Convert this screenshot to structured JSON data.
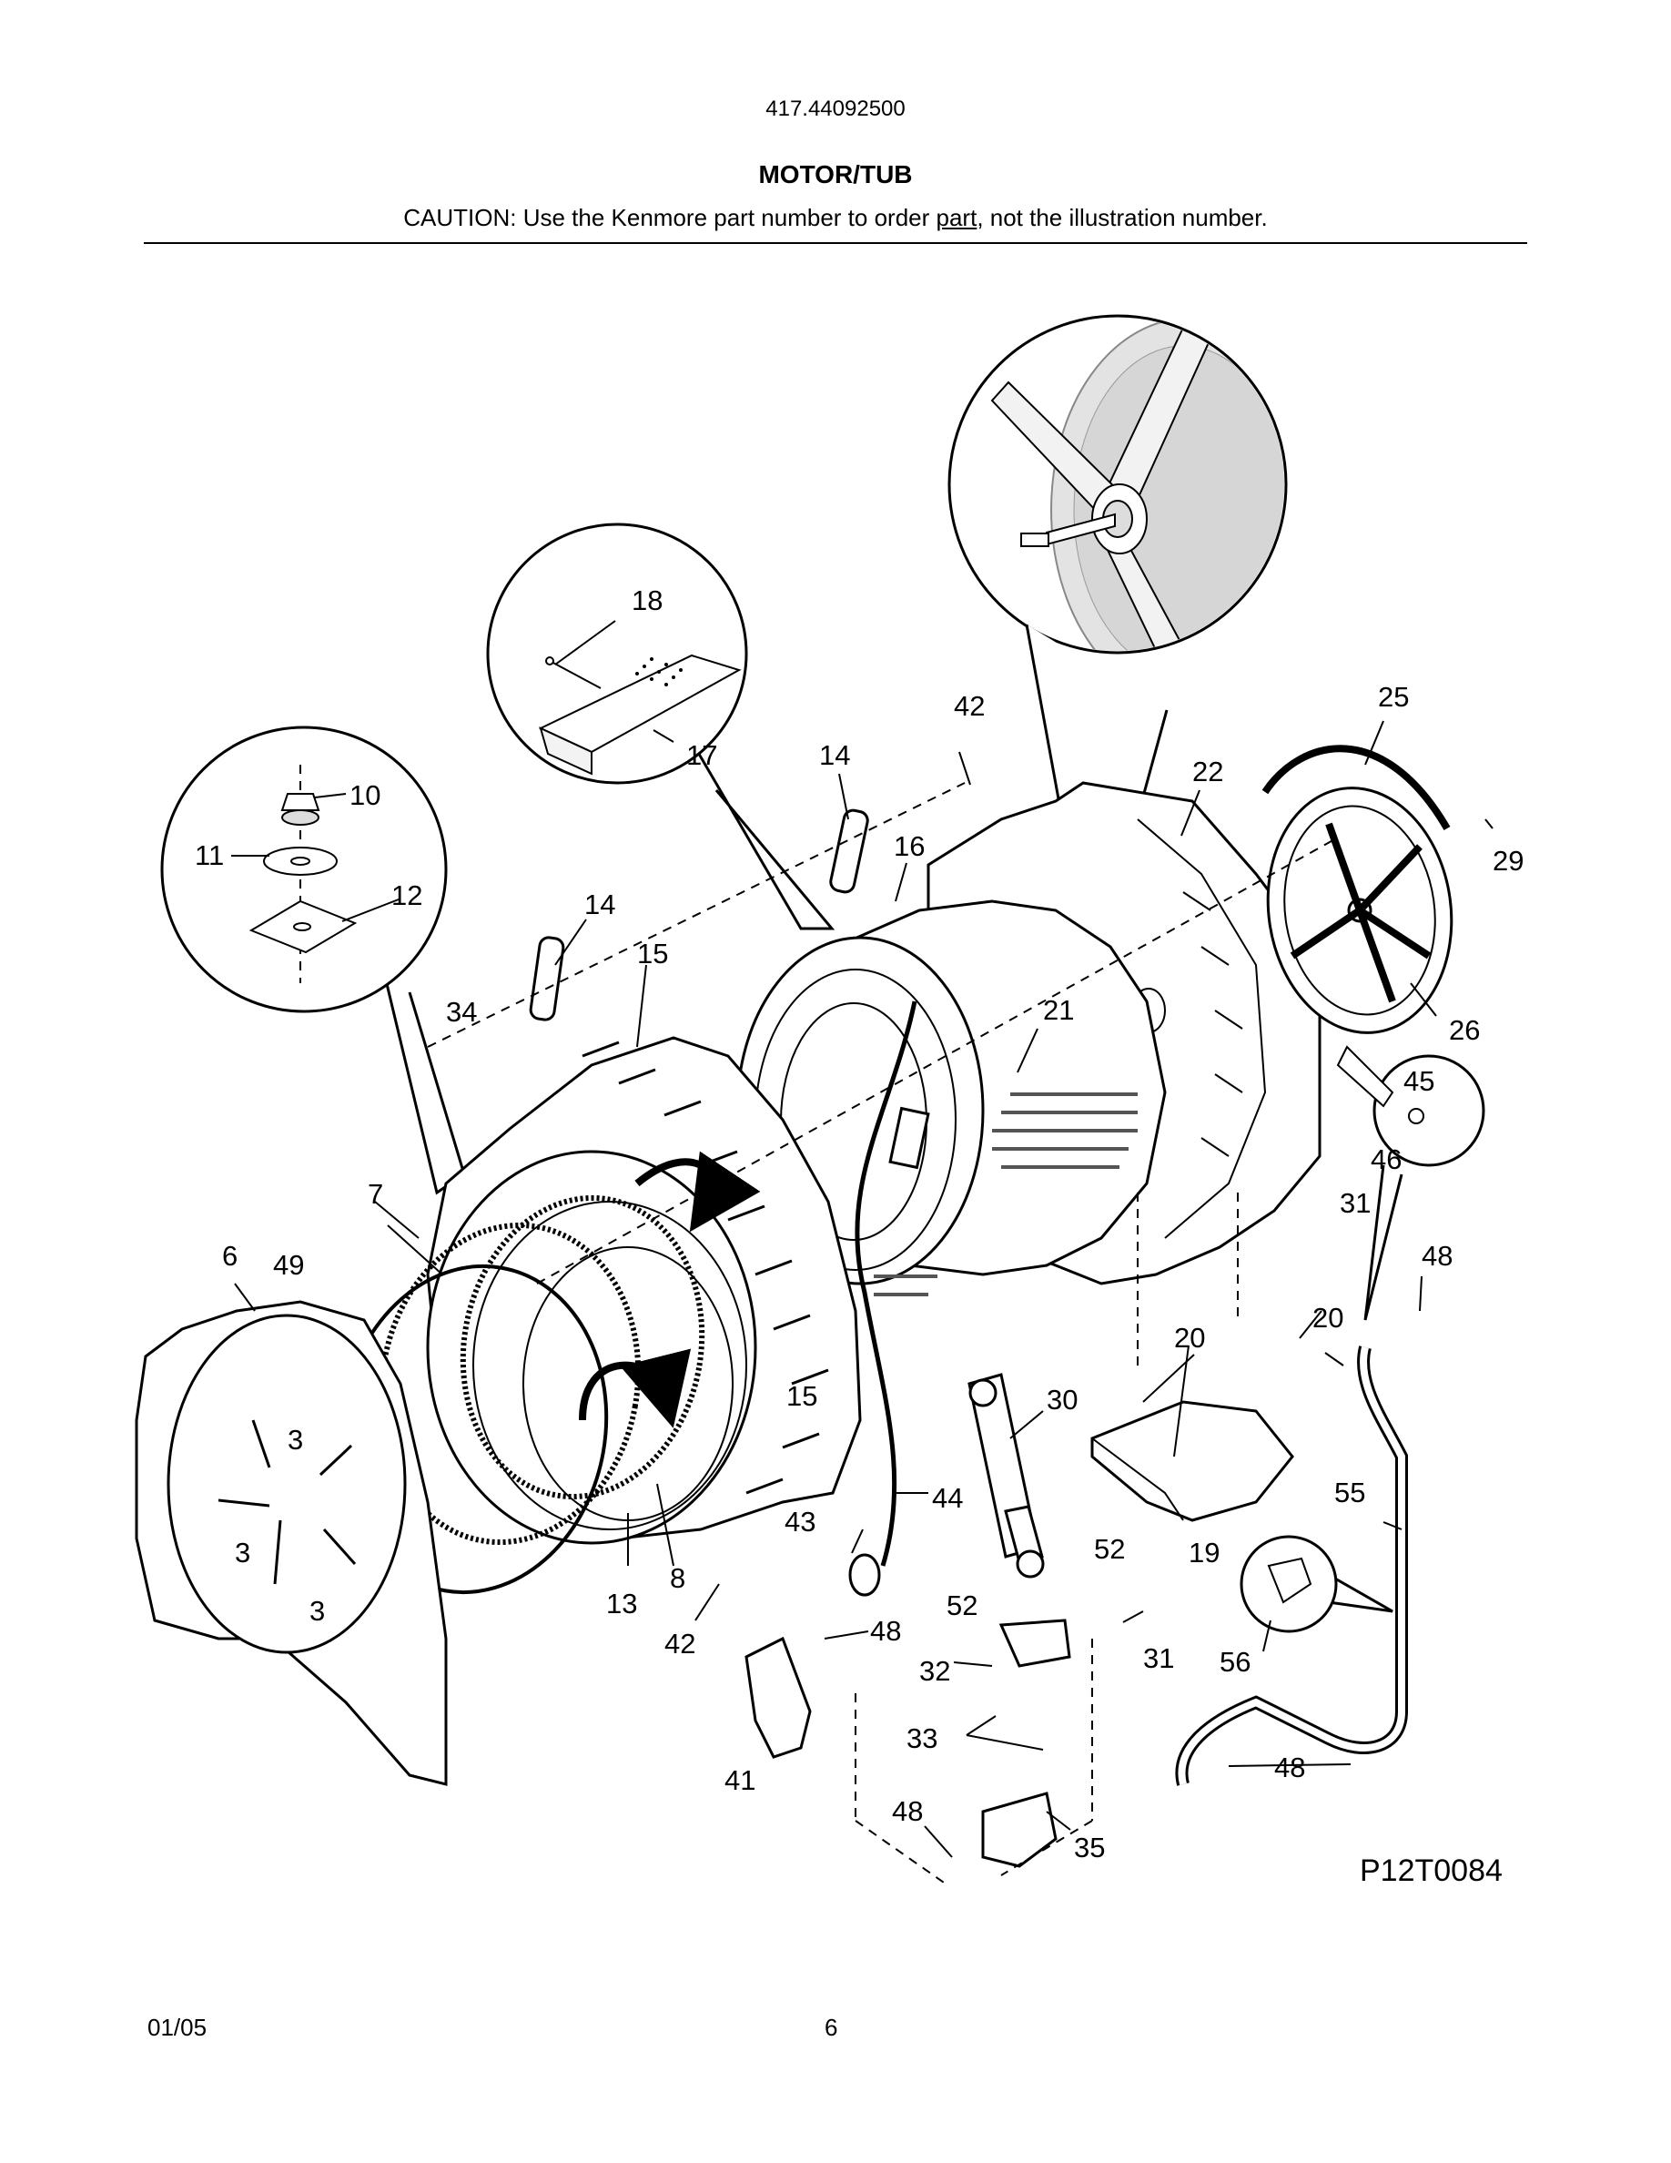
{
  "header": {
    "model": "417.44092500",
    "title": "MOTOR/TUB",
    "caution_before": "CAUTION: Use the Kenmore part number to order ",
    "caution_link": "part",
    "caution_after": ", not the illustration number."
  },
  "diagram": {
    "code": "P12T0084",
    "labels": {
      "l3a": "3",
      "l3b": "3",
      "l3c": "3",
      "l6": "6",
      "l7": "7",
      "l8": "8",
      "l10": "10",
      "l11": "11",
      "l12": "12",
      "l13": "13",
      "l14a": "14",
      "l14b": "14",
      "l15a": "15",
      "l15b": "15",
      "l16": "16",
      "l17": "17",
      "l18": "18",
      "l19": "19",
      "l20a": "20",
      "l20b": "20",
      "l21": "21",
      "l22": "22",
      "l25": "25",
      "l26": "26",
      "l29": "29",
      "l30": "30",
      "l31a": "31",
      "l31b": "31",
      "l32": "32",
      "l33": "33",
      "l34": "34",
      "l35": "35",
      "l41": "41",
      "l42a": "42",
      "l42b": "42",
      "l43": "43",
      "l44": "44",
      "l45": "45",
      "l46": "46",
      "l48a": "48",
      "l48b": "48",
      "l48c": "48",
      "l48d": "48",
      "l49": "49",
      "l52a": "52",
      "l52b": "52",
      "l55": "55",
      "l56": "56"
    }
  },
  "footer": {
    "date": "01/05",
    "page": "6"
  }
}
